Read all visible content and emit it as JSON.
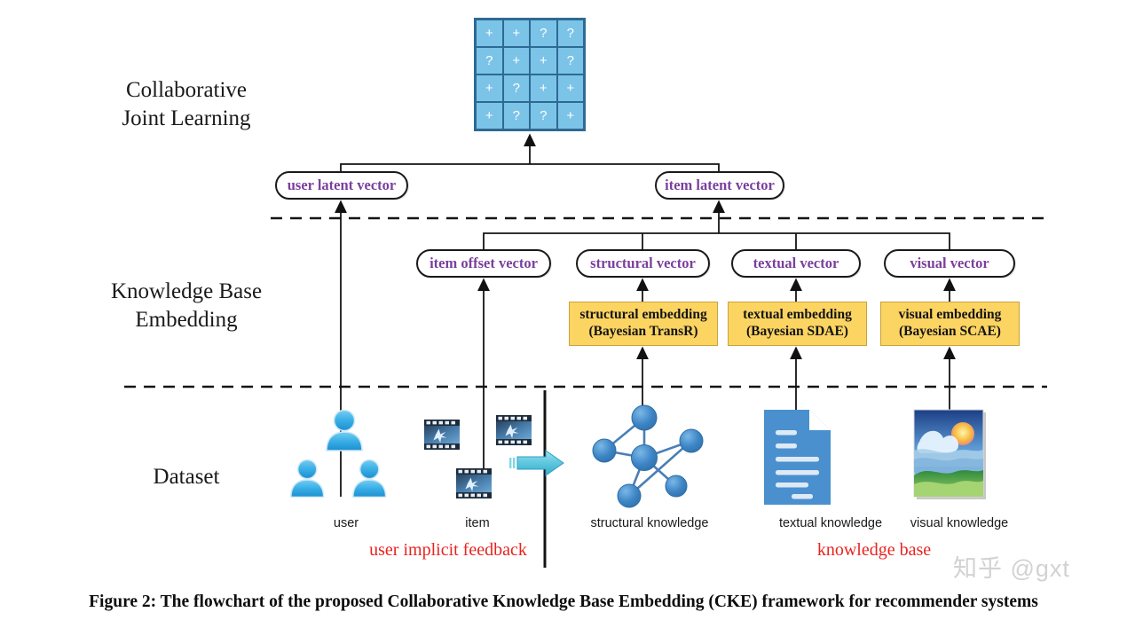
{
  "figure": {
    "caption": "Figure 2: The flowchart of the proposed Collaborative Knowledge Base Embedding (CKE) framework for recommender systems",
    "watermark": "知乎 @gxt"
  },
  "row_labels": {
    "collaborative_joint_learning": "Collaborative\nJoint Learning",
    "collaborative_joint_learning_line1": "Collaborative",
    "collaborative_joint_learning_line2": "Joint Learning",
    "knowledge_base_embedding_line1": "Knowledge Base",
    "knowledge_base_embedding_line2": "Embedding",
    "dataset": "Dataset"
  },
  "matrix": {
    "rows": 4,
    "cols": 4,
    "cells": [
      [
        "+",
        "+",
        "?",
        "?"
      ],
      [
        "?",
        "+",
        "+",
        "?"
      ],
      [
        "+",
        "?",
        "+",
        "+"
      ],
      [
        "+",
        "?",
        "?",
        "+"
      ]
    ],
    "fill_color": "#7cc3e8",
    "border_color": "#2d6a93",
    "symbol_color": "#ffffff"
  },
  "vectors": {
    "user_latent": "user latent vector",
    "item_latent": "item latent vector",
    "item_offset": "item offset vector",
    "structural": "structural vector",
    "textual": "textual vector",
    "visual": "visual vector",
    "text_color": "#7b3f9d"
  },
  "embeddings": [
    {
      "title": "structural embedding",
      "method": "(Bayesian TransR)"
    },
    {
      "title": "textual embedding",
      "method": "(Bayesian SDAE)"
    },
    {
      "title": "visual embedding",
      "method": "(Bayesian SCAE)"
    }
  ],
  "embedding_box_color": "#fcd462",
  "dataset_captions": {
    "user": "user",
    "item": "item",
    "structural_knowledge": "structural knowledge",
    "textual_knowledge": "textual knowledge",
    "visual_knowledge": "visual knowledge"
  },
  "red_captions": {
    "user_implicit_feedback": "user implicit feedback",
    "knowledge_base": "knowledge base",
    "color": "#e8231f"
  },
  "icons": {
    "user": "person-icon",
    "item": "film-strip-icon",
    "structural": "network-graph-icon",
    "textual": "document-icon",
    "visual": "landscape-image-icon",
    "transform": "cyan-arrow-icon"
  }
}
